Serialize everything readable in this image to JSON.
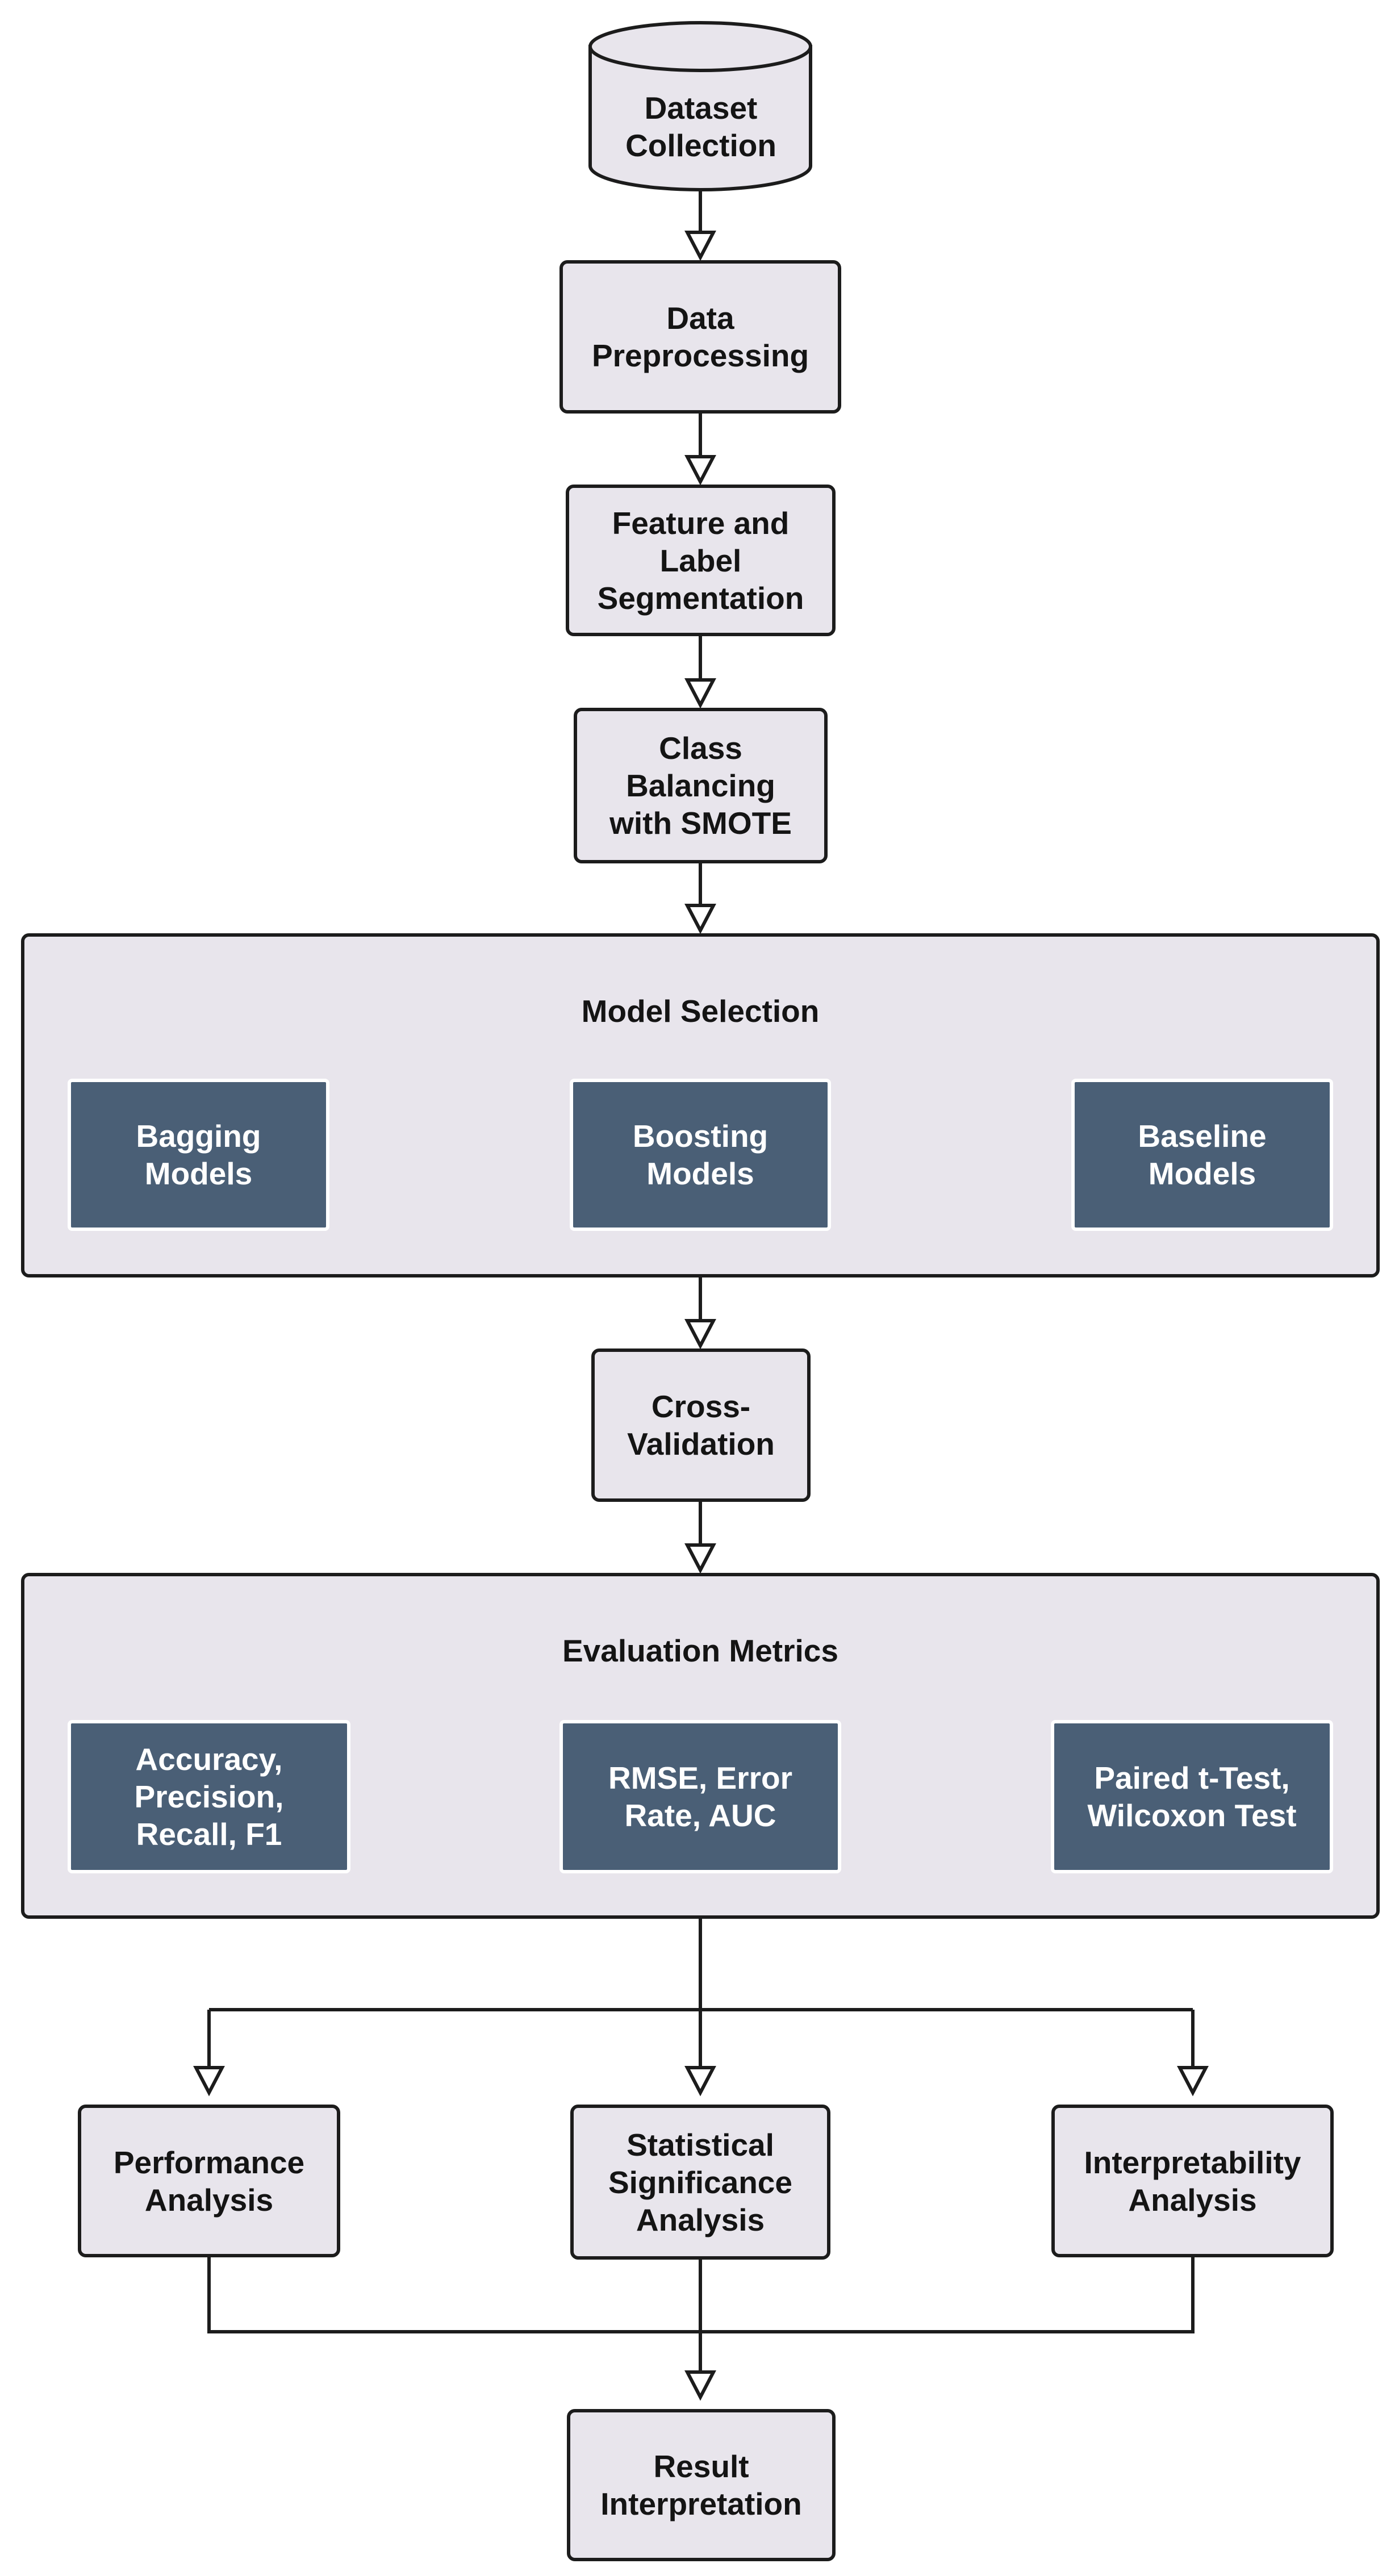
{
  "nodes": {
    "dataset": "Dataset\nCollection",
    "preprocessing": "Data\nPreprocessing",
    "segmentation": "Feature and\nLabel\nSegmentation",
    "smote": "Class\nBalancing\nwith SMOTE",
    "cross_validation": "Cross-\nValidation",
    "performance": "Performance\nAnalysis",
    "significance": "Statistical\nSignificance\nAnalysis",
    "interpretability": "Interpretability\nAnalysis",
    "result": "Result\nInterpretation"
  },
  "model_selection": {
    "title": "Model Selection",
    "items": [
      "Bagging\nModels",
      "Boosting\nModels",
      "Baseline\nModels"
    ]
  },
  "evaluation_metrics": {
    "title": "Evaluation Metrics",
    "items": [
      "Accuracy,\nPrecision,\nRecall, F1",
      "RMSE, Error\nRate, AUC",
      "Paired t-Test,\nWilcoxon Test"
    ]
  },
  "colors": {
    "node_fill": "#e8e5ec",
    "stroke": "#1c1c1c",
    "sub_fill": "#4a5f76",
    "sub_text": "#ffffff"
  }
}
